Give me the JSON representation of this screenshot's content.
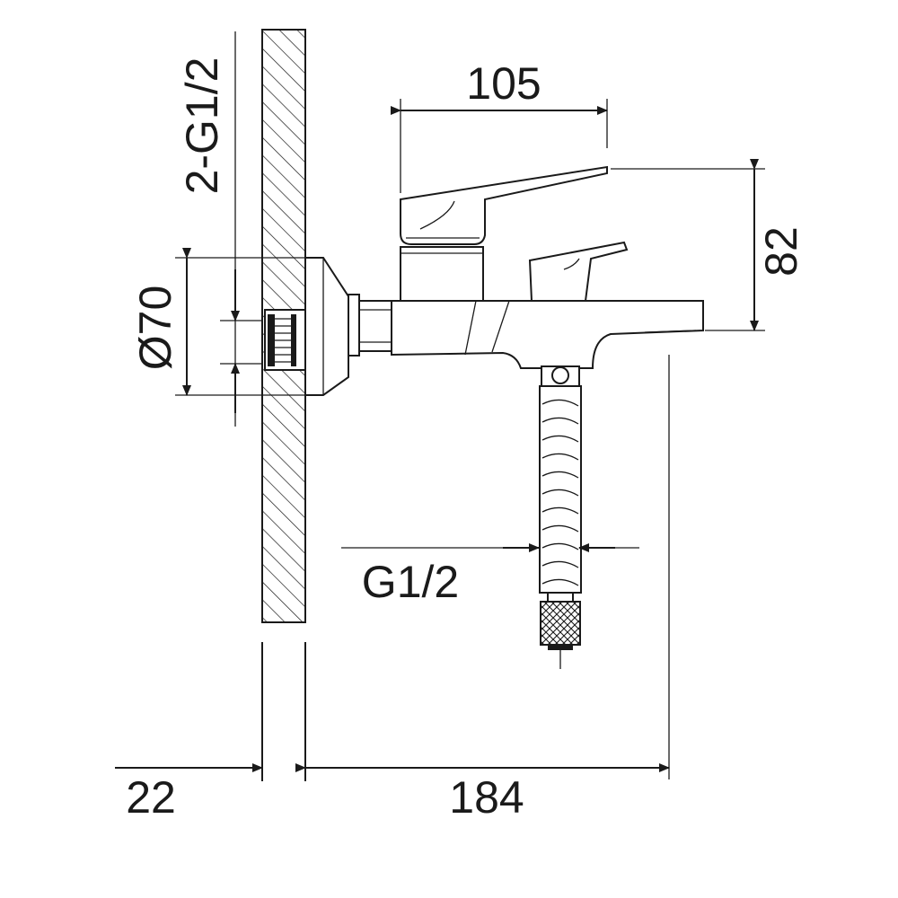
{
  "dimensions": {
    "spout_projection": "105",
    "height": "82",
    "inlet_thread": "2-G1/2",
    "escutcheon_diameter": "Ø70",
    "outlet_thread": "G1/2",
    "wall_offset": "22",
    "total_depth": "184"
  },
  "colors": {
    "line": "#1a1a1a",
    "background": "#ffffff"
  }
}
